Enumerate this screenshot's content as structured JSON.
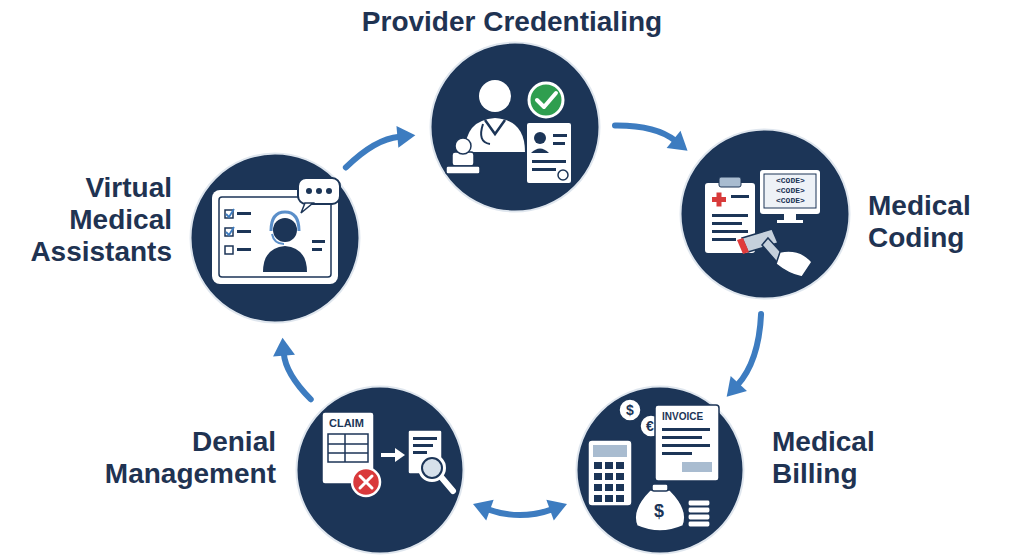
{
  "diagram": {
    "nodes": [
      {
        "text": [
          "Provider Credentialing"
        ]
      },
      {
        "text": [
          "Medical Coding"
        ]
      },
      {
        "text": [
          "Medical Billing"
        ]
      },
      {
        "text": [
          "Denial Management"
        ]
      },
      {
        "text": [
          "Virtual Medical Assistants"
        ]
      }
    ],
    "edges": [
      {
        "from": 0,
        "to": 1,
        "arrow": "to"
      },
      {
        "from": 1,
        "to": 2,
        "arrow": "to"
      },
      {
        "from": 2,
        "to": 3,
        "arrow": "both"
      },
      {
        "from": 3,
        "to": 4,
        "arrow": "to"
      },
      {
        "from": 4,
        "to": 0,
        "arrow": "to"
      }
    ],
    "labels": [
      "<CODE>",
      "<CODE>",
      "<CODE>",
      "$",
      "€",
      "INVOICE",
      "$",
      "CLAIM"
    ]
  }
}
